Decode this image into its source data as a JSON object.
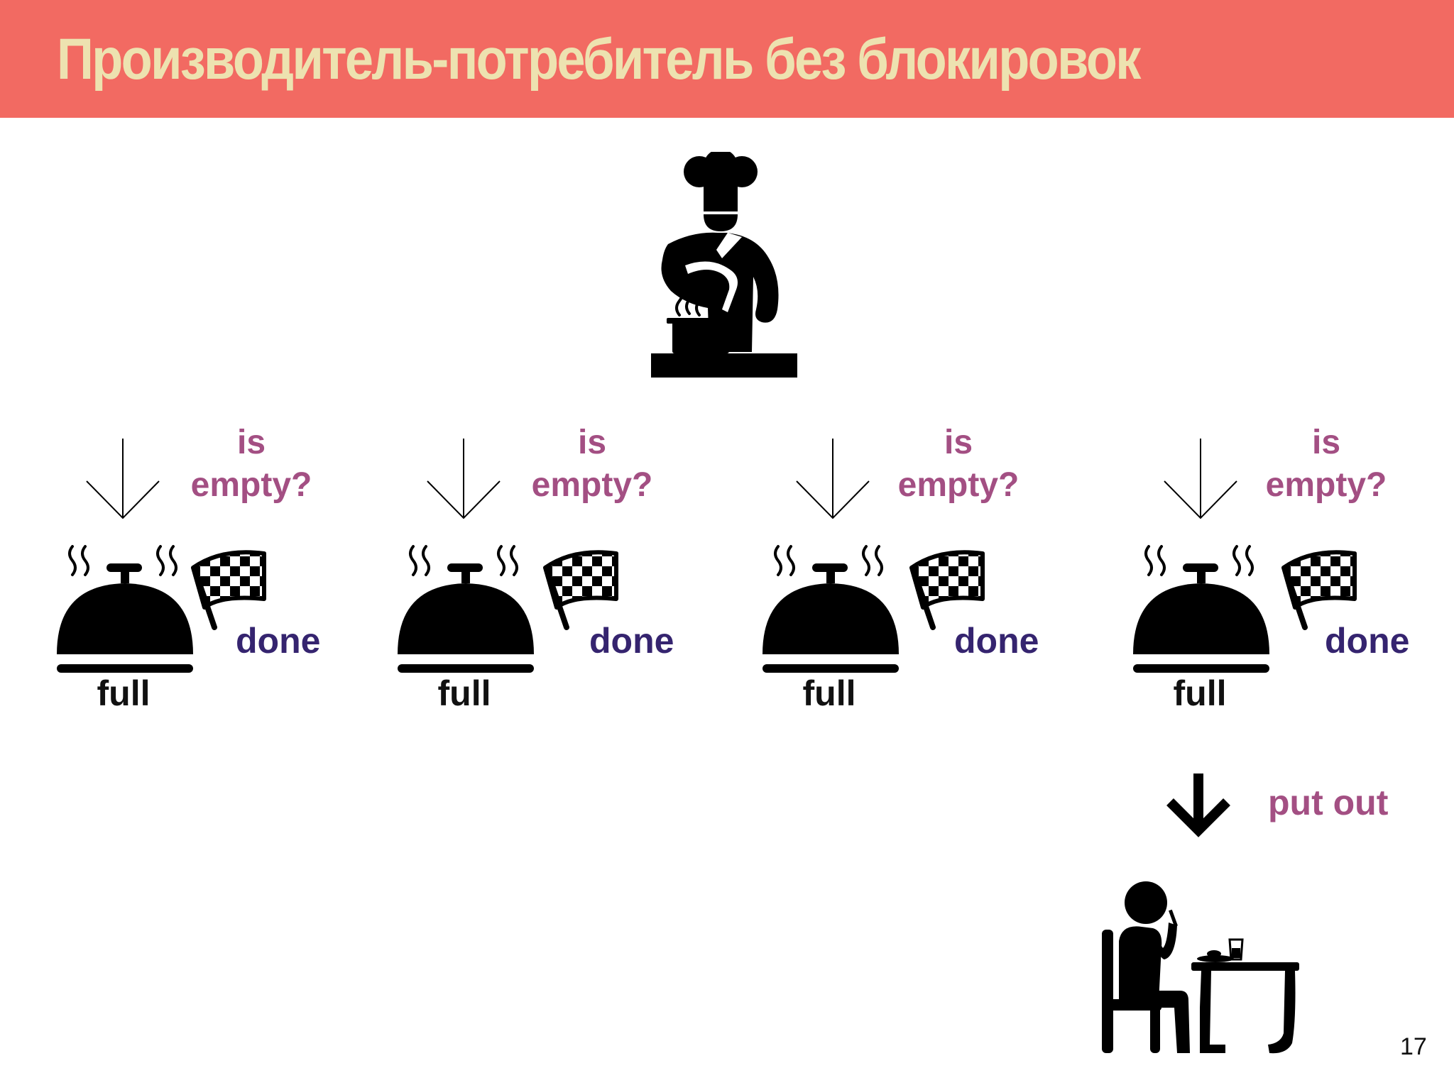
{
  "slide": {
    "title": "Производитель-потребитель без блокировок",
    "page_number": "17"
  },
  "colors": {
    "title_bar": "#f26a62",
    "title_text": "#ede2b0",
    "question_text": "#a34f83",
    "done_text": "#35246f",
    "icon": "#000000"
  },
  "slots": [
    {
      "question_line1": "is",
      "question_line2": "empty?",
      "done_label": "done",
      "state_label": "full"
    },
    {
      "question_line1": "is",
      "question_line2": "empty?",
      "done_label": "done",
      "state_label": "full"
    },
    {
      "question_line1": "is",
      "question_line2": "empty?",
      "done_label": "done",
      "state_label": "full"
    },
    {
      "question_line1": "is",
      "question_line2": "empty?",
      "done_label": "done",
      "state_label": "full"
    }
  ],
  "consumer": {
    "action_label": "put out"
  },
  "icons": {
    "producer": "chef-cooking-icon",
    "slot_dish": "cloche-dish-icon",
    "slot_flag": "checkered-flag-icon",
    "slot_arrow": "down-arrow-thin-icon",
    "consumer_arrow": "down-arrow-bold-icon",
    "consumer": "person-eating-icon"
  }
}
